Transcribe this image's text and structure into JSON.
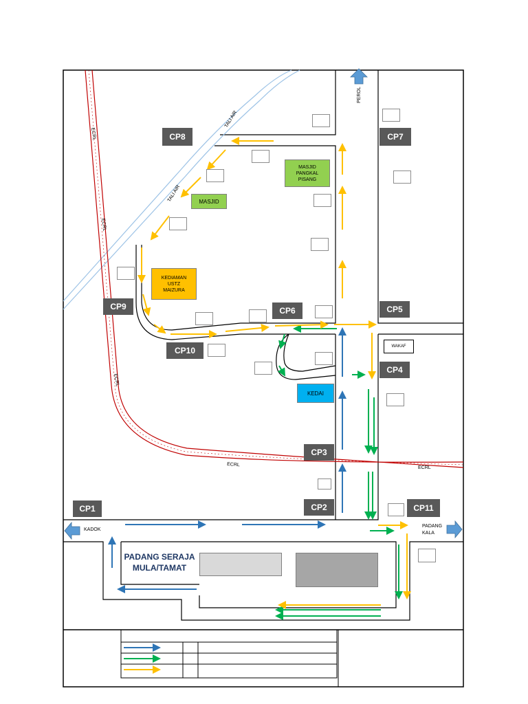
{
  "checkpoints": [
    {
      "id": "cp1",
      "label": "CP1"
    },
    {
      "id": "cp2",
      "label": "CP2"
    },
    {
      "id": "cp3",
      "label": "CP3"
    },
    {
      "id": "cp4",
      "label": "CP4"
    },
    {
      "id": "cp5",
      "label": "CP5"
    },
    {
      "id": "cp6",
      "label": "CP6"
    },
    {
      "id": "cp7",
      "label": "CP7"
    },
    {
      "id": "cp8",
      "label": "CP8"
    },
    {
      "id": "cp9",
      "label": "CP9"
    },
    {
      "id": "cp10",
      "label": "CP10"
    },
    {
      "id": "cp11",
      "label": "CP11"
    }
  ],
  "buildings": {
    "masjid_pangkal_pisang": {
      "line1": "MASJID",
      "line2": "PANGKAL",
      "line3": "PISANG",
      "color": "#92d050"
    },
    "masjid": {
      "label": "MASJID",
      "color": "#92d050"
    },
    "kediaman": {
      "line1": "KEDIAMAN",
      "line2": "USTZ",
      "line3": "MAIZURA",
      "color": "#ffc000"
    },
    "kedai": {
      "label": "KEDAI",
      "color": "#00b0f0"
    },
    "wakaf": {
      "label": "WAKAF"
    }
  },
  "labels": {
    "perol": "PEROL",
    "kadok": "KADOK",
    "padang_kala_1": "PADANG",
    "padang_kala_2": "KALA",
    "tali_air": "TALI AIR",
    "ecrl": "ECRL"
  },
  "title": {
    "line1": "PADANG SERAJA",
    "line2": "MULA/TAMAT"
  },
  "colors": {
    "blue_route": "#2e75b6",
    "green_route": "#00b050",
    "yellow_route": "#ffc000",
    "ecrl_track": "#c00000",
    "tali_air": "#9dc3e6",
    "checkpoint": "#595959",
    "direction_arrow": "#5b9bd5"
  }
}
